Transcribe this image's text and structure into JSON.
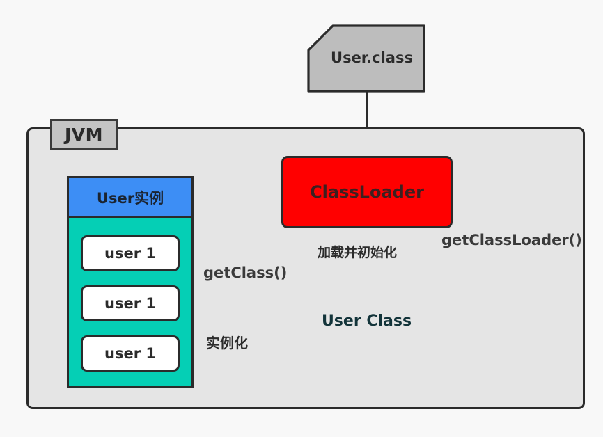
{
  "diagram": {
    "title": "JVM ClassLoader and User Class Instantiation Diagram",
    "colors": {
      "page_background": "#f8f8f8",
      "container_fill": "#e5e5e5",
      "container_border": "#2b2b2b",
      "tag_fill": "#c4c4c4",
      "classfile_fill": "#bdbdbd",
      "classloader_fill": "#ff0000",
      "instance_header_fill": "#3d8ef5",
      "instance_body_fill": "#05cfb5",
      "user_chip_fill": "#ffffff",
      "class_ellipse_fill": "#35f2f2",
      "arrow_black": "#2b2b2b",
      "arrow_magenta": "#ff00dd"
    },
    "nodes": {
      "class_file": {
        "label": "User.class",
        "shape": "cut-corner-rect"
      },
      "jvm": {
        "label": "JVM",
        "shape": "rounded-rect"
      },
      "instance_stack": {
        "header": "User实例",
        "items": [
          {
            "label": "user 1"
          },
          {
            "label": "user 1"
          },
          {
            "label": "user 1"
          }
        ]
      },
      "class_loader": {
        "label": "ClassLoader",
        "shape": "rounded-rect"
      },
      "user_class": {
        "label": "User  Class",
        "shape": "ellipse"
      }
    },
    "edges": [
      {
        "id": "classfile-to-loader",
        "label": "",
        "from": "User.class",
        "to": "ClassLoader",
        "style": "solid",
        "color": "#2b2b2b"
      },
      {
        "id": "loader-to-class",
        "label": "加载并初始化",
        "from": "ClassLoader",
        "to": "User  Class",
        "style": "solid",
        "color": "#ff00dd"
      },
      {
        "id": "class-to-loader",
        "label": "getClassLoader()",
        "from": "User  Class",
        "to": "ClassLoader",
        "style": "dashed",
        "color": "#ff00dd"
      },
      {
        "id": "instance-to-class",
        "label": "getClass()",
        "from": "user 1",
        "to": "User  Class",
        "style": "dashed",
        "color": "#ff00dd"
      },
      {
        "id": "class-to-instance",
        "label": "实例化",
        "from": "User  Class",
        "to": "User实例",
        "style": "solid",
        "color": "#ff00dd"
      }
    ]
  }
}
